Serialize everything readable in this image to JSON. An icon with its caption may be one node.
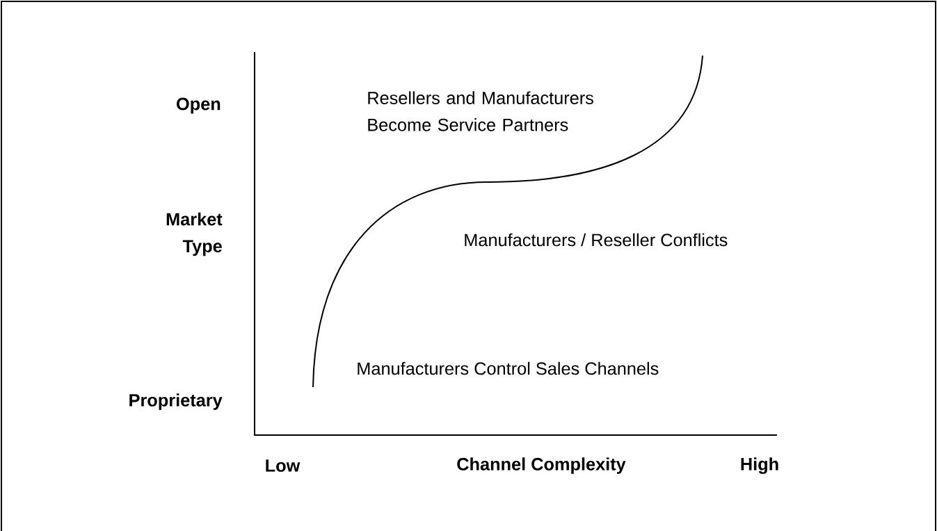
{
  "diagram": {
    "labels": [
      "Open",
      "Resellers and Manufacturers Become Service Partners",
      "Market Type",
      "Manufacturers / Reseller Conflicts",
      "Manufacturers Control Sales Channels",
      "Proprietary",
      "Low",
      "Channel Complexity",
      "High"
    ]
  }
}
